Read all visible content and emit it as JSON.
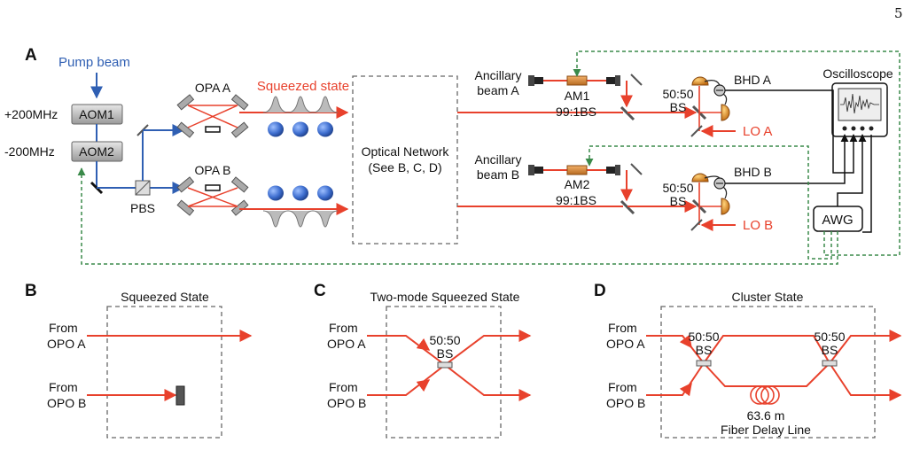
{
  "page_number": "5",
  "panels": {
    "a": {
      "letter": "A",
      "pump_beam": "Pump beam",
      "aom1": "AOM1",
      "aom2": "AOM2",
      "aom1_freq": "+200MHz",
      "aom2_freq": "-200MHz",
      "pbs": "PBS",
      "opa_a": "OPA A",
      "opa_b": "OPA B",
      "squeezed_state": "Squeezed state",
      "optical_network_line1": "Optical Network",
      "optical_network_line2": "(See B, C, D)",
      "ancillary_a_line1": "Ancillary",
      "ancillary_a_line2": "beam A",
      "ancillary_b_line1": "Ancillary",
      "ancillary_b_line2": "beam B",
      "am1": "AM1",
      "am2": "AM2",
      "bs_99_1_a": "99:1BS",
      "bs_99_1_b": "99:1BS",
      "bs_50_50_a_line1": "50:50",
      "bs_50_50_a_line2": "BS",
      "bs_50_50_b_line1": "50:50",
      "bs_50_50_b_line2": "BS",
      "bhd_a": "BHD A",
      "bhd_b": "BHD B",
      "lo_a": "LO A",
      "lo_b": "LO B",
      "oscilloscope": "Oscilloscope",
      "awg": "AWG"
    },
    "b": {
      "letter": "B",
      "title": "Squeezed State",
      "from_a_line1": "From",
      "from_a_line2": "OPO A",
      "from_b_line1": "From",
      "from_b_line2": "OPO B"
    },
    "c": {
      "letter": "C",
      "title": "Two-mode Squeezed State",
      "from_a_line1": "From",
      "from_a_line2": "OPO A",
      "from_b_line1": "From",
      "from_b_line2": "OPO B",
      "bs_line1": "50:50",
      "bs_line2": "BS"
    },
    "d": {
      "letter": "D",
      "title": "Cluster State",
      "from_a_line1": "From",
      "from_a_line2": "OPO A",
      "from_b_line1": "From",
      "from_b_line2": "OPO B",
      "bs1_line1": "50:50",
      "bs1_line2": "BS",
      "bs2_line1": "50:50",
      "bs2_line2": "BS",
      "fiber_length": "63.6 m",
      "fiber_label": "Fiber Delay Line"
    }
  },
  "colors": {
    "beam_red": "#e8412c",
    "beam_blue": "#2f5fb3",
    "feedback_green": "#3a8a4a",
    "dashed_box": "#666666",
    "squeezed_ball": "#3f6fd0"
  }
}
